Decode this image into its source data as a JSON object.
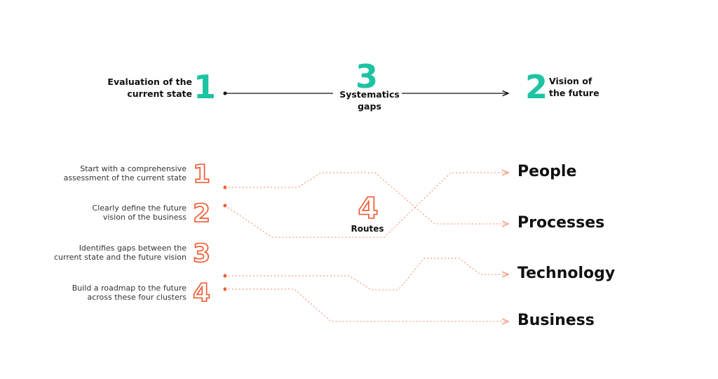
{
  "header": {
    "left_label": "Evaluation of the current state",
    "left_label_lines": [
      "Evaluation of the",
      "current state"
    ],
    "left_number": "1",
    "middle_number": "3",
    "middle_label_lines": [
      "Systematics",
      "gaps"
    ],
    "right_number": "2",
    "right_label_lines": [
      "Vision of",
      "the future"
    ]
  },
  "steps": [
    {
      "lines": [
        "Start with a comprehensive",
        "assessment of the current state"
      ],
      "number": "1"
    },
    {
      "lines": [
        "Clearly define the future",
        "vision of the business"
      ],
      "number": "2"
    },
    {
      "lines": [
        "Identifies gaps between the",
        "current state and the future vision"
      ],
      "number": "3"
    },
    {
      "lines": [
        "Build a roadmap to the future",
        "across these four clusters"
      ],
      "number": "4"
    }
  ],
  "routes": {
    "number": "4",
    "label": "Routes"
  },
  "clusters": [
    "People",
    "Processes",
    "Technology",
    "Business"
  ],
  "colors": {
    "teal": "#1ec3a3",
    "orange": "#f0532b",
    "route_line": "#f4a184",
    "text": "#111111"
  }
}
